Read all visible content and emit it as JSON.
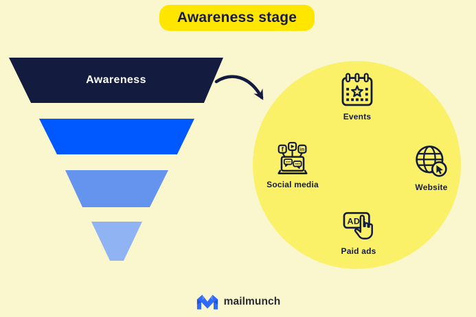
{
  "title": {
    "label": "Awareness stage"
  },
  "funnel": {
    "stages": [
      {
        "label": "Awareness",
        "color": "#131B3F"
      },
      {
        "label": "",
        "color": "#0059FF"
      },
      {
        "label": "",
        "color": "#6494EE"
      },
      {
        "label": "",
        "color": "#8FB3F3"
      }
    ]
  },
  "arrow": {
    "icon": "curved-arrow-icon",
    "color": "#131B3F"
  },
  "channels": {
    "circle_color": "#FBF169",
    "items": [
      {
        "label": "Events",
        "icon": "calendar-star-icon"
      },
      {
        "label": "Social media",
        "icon": "social-media-laptop-icon"
      },
      {
        "label": "Website",
        "icon": "globe-cursor-icon"
      },
      {
        "label": "Paid ads",
        "icon": "ads-click-hand-icon"
      }
    ]
  },
  "footer": {
    "brand_name": "mailmunch",
    "logo_icon": "mailmunch-m-logo"
  },
  "colors": {
    "page_bg": "#FAF6CD",
    "title_pill_bg": "#FFE601",
    "navy": "#131B3F",
    "circle_bg": "#FBF169",
    "logo_blue": "#2F6BF7",
    "logo_blue_dark": "#2450D4"
  }
}
